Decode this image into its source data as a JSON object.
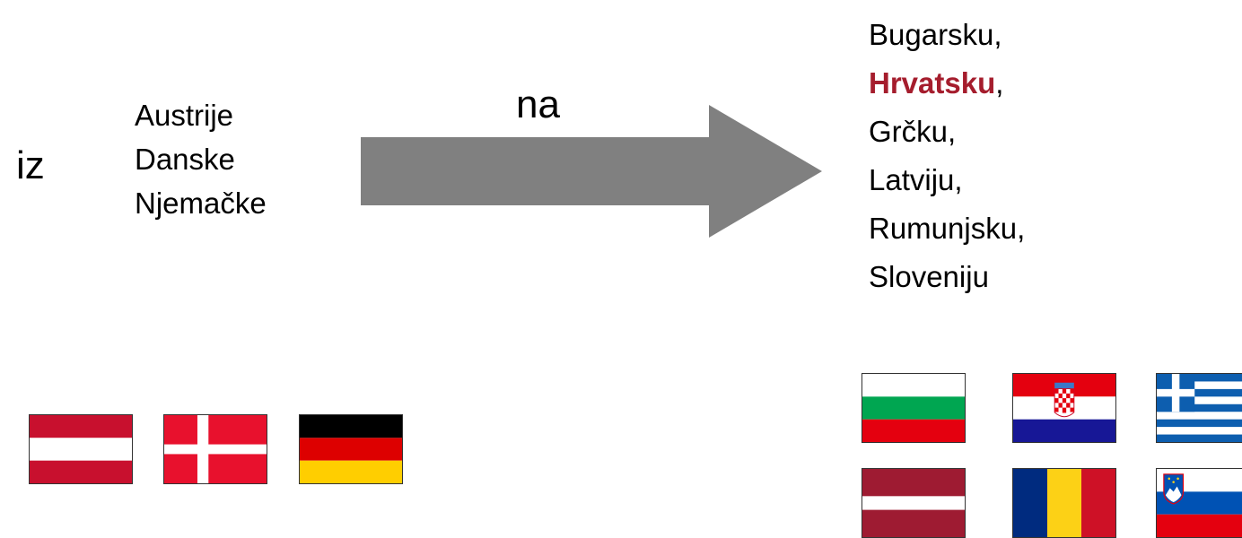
{
  "from": {
    "prefix": "iz",
    "countries": [
      "Austrije",
      "Danske",
      "Njemačke"
    ],
    "flags": [
      "austria-flag",
      "denmark-flag",
      "germany-flag"
    ]
  },
  "arrow": {
    "label": "na",
    "color": "#808080"
  },
  "to": {
    "countries": [
      {
        "name": "Bugarsku",
        "suffix": ",",
        "highlight": false
      },
      {
        "name": "Hrvatsku",
        "suffix": ",",
        "highlight": true
      },
      {
        "name": "Grčku",
        "suffix": ",",
        "highlight": false
      },
      {
        "name": "Latviju",
        "suffix": ",",
        "highlight": false
      },
      {
        "name": "Rumunjsku",
        "suffix": ",",
        "highlight": false
      },
      {
        "name": "Sloveniju",
        "suffix": "",
        "highlight": false
      }
    ],
    "highlight_color": "#a51d2d",
    "flags": [
      "bulgaria-flag",
      "croatia-flag",
      "greece-flag",
      "latvia-flag",
      "romania-flag",
      "slovenia-flag"
    ]
  }
}
